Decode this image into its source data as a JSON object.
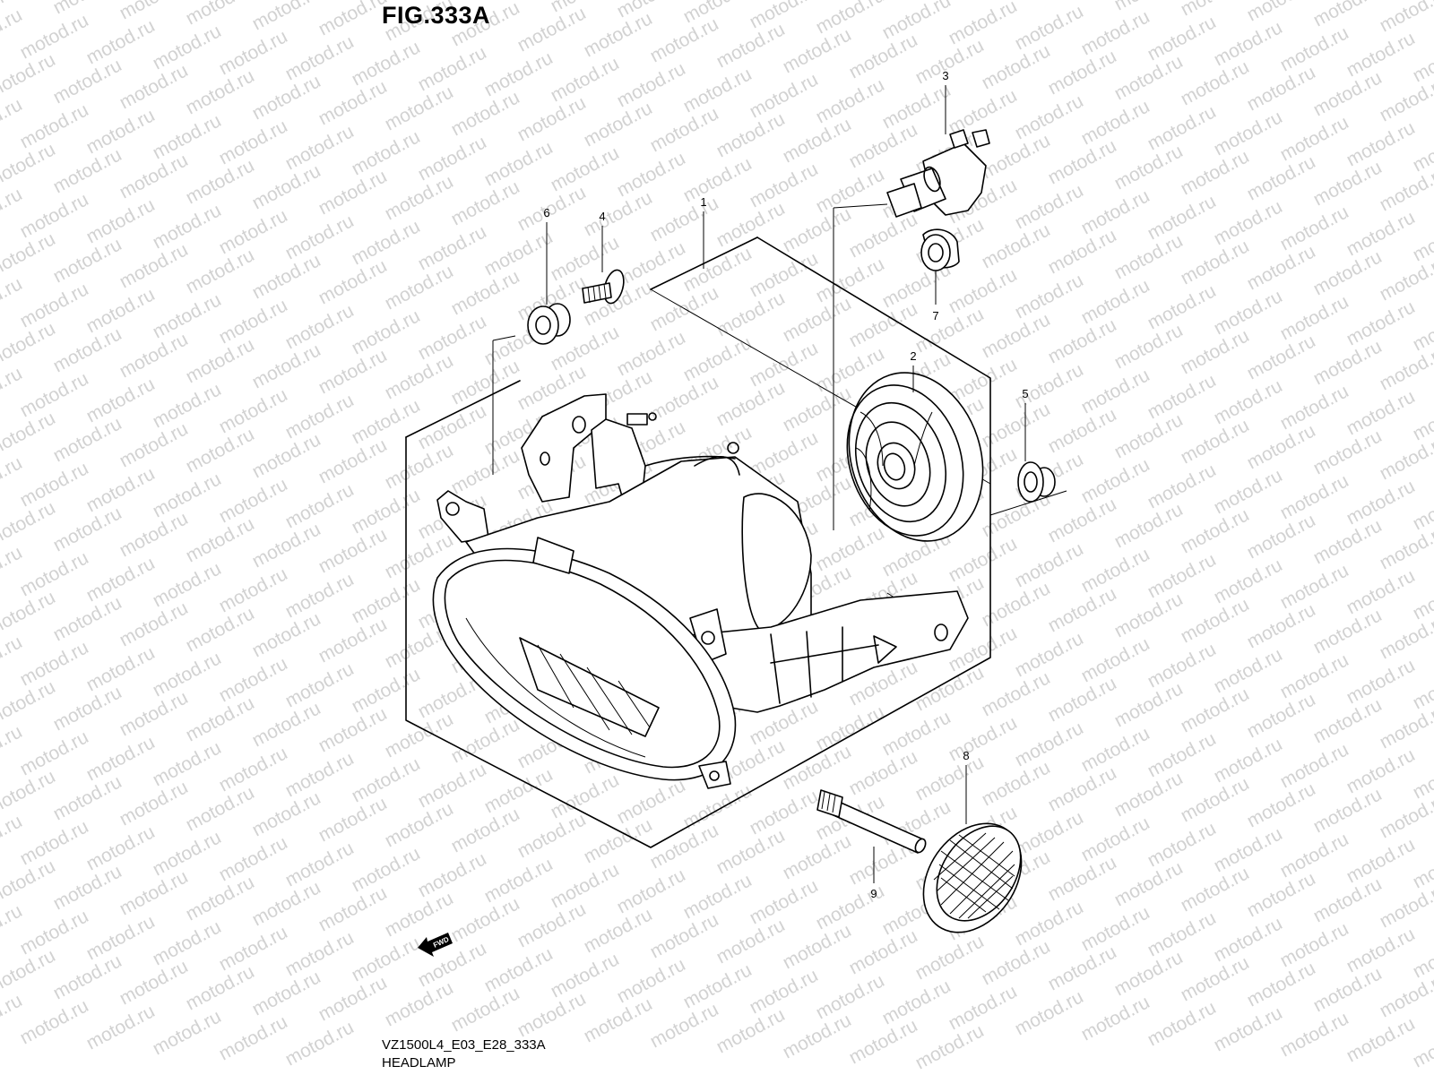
{
  "figure": {
    "title": "FIG.333A",
    "code": "VZ1500L4_E03_E28_333A",
    "name": "HEADLAMP"
  },
  "watermark": {
    "text": "motod.ru",
    "color": "#d2d2d2"
  },
  "callouts": [
    {
      "id": "c1",
      "label": "1"
    },
    {
      "id": "c2",
      "label": "2"
    },
    {
      "id": "c3",
      "label": "3"
    },
    {
      "id": "c4",
      "label": "4"
    },
    {
      "id": "c5",
      "label": "5"
    },
    {
      "id": "c6",
      "label": "6"
    },
    {
      "id": "c7",
      "label": "7"
    },
    {
      "id": "c8",
      "label": "8"
    },
    {
      "id": "c9",
      "label": "9"
    }
  ],
  "fwd_indicator": {
    "text": "FWD"
  },
  "parts": [
    {
      "name": "headlamp-assembly"
    },
    {
      "name": "headlamp-dust-cover"
    },
    {
      "name": "headlamp-bulb"
    },
    {
      "name": "screw"
    },
    {
      "name": "grommet-5"
    },
    {
      "name": "grommet-6"
    },
    {
      "name": "grommet-7"
    },
    {
      "name": "reflex-reflector"
    },
    {
      "name": "reflector-stud"
    }
  ]
}
